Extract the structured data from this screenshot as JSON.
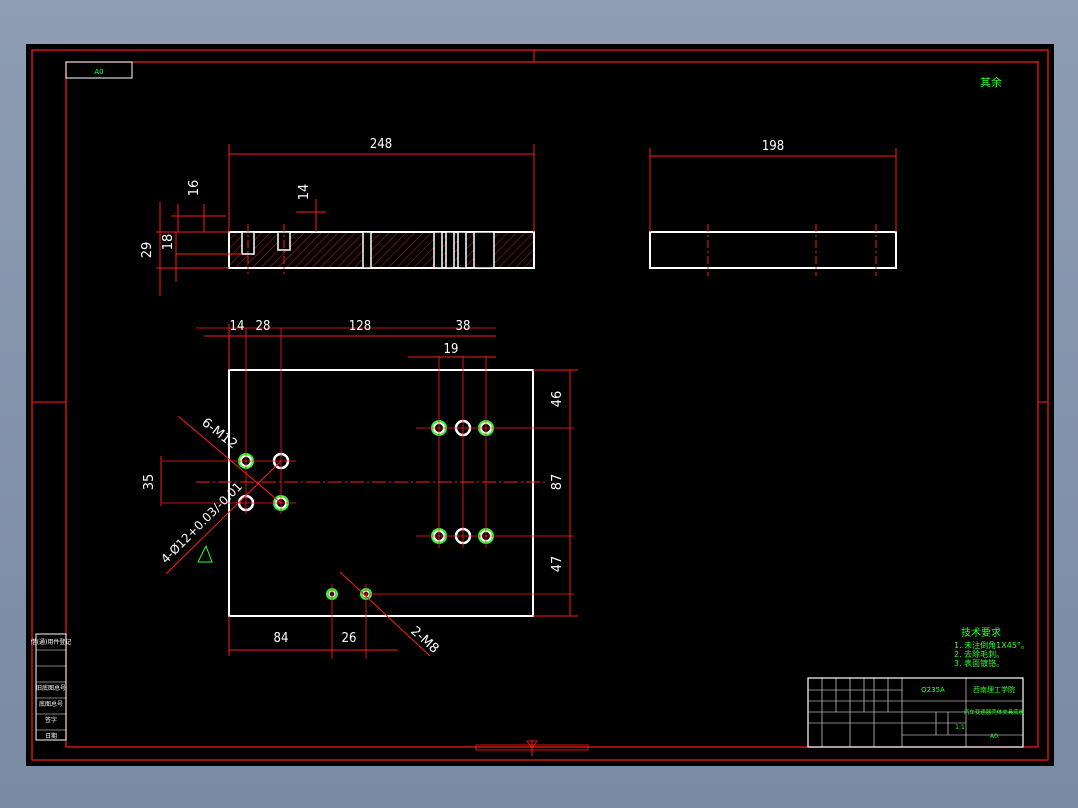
{
  "drawing": {
    "frame_tag": "A0",
    "corner_mark": "其余",
    "top_view": {
      "overall_width": "248",
      "slot_width": "14",
      "left_offset": "16",
      "height": "29",
      "slot_depth": "18"
    },
    "side_view": {
      "width": "198"
    },
    "plan_view": {
      "dim_14": "14",
      "dim_28": "28",
      "dim_128": "128",
      "dim_38": "38",
      "dim_19": "19",
      "dim_46": "46",
      "dim_87": "87",
      "dim_47": "47",
      "dim_35": "35",
      "dim_84": "84",
      "dim_26": "26",
      "callout_m12": "6-M12",
      "callout_bore": "4-Ø12+0.03/-0.01",
      "callout_m8": "2-M8"
    },
    "tech_notes": {
      "title": "技术要求",
      "lines": [
        "1. 未注倒角1X45°。",
        "2. 去除毛刺。",
        "3. 表面镀铬。"
      ]
    },
    "title_block": {
      "material": "Q235A",
      "school": "西南理工学院",
      "drawing_name": "汽车变速器壳体夹具底板",
      "sheet": "A0",
      "scale": "1:1"
    },
    "side_table": [
      "借(通)用件登记",
      "旧底图总号",
      "底图总号",
      "签字",
      "日期"
    ]
  }
}
